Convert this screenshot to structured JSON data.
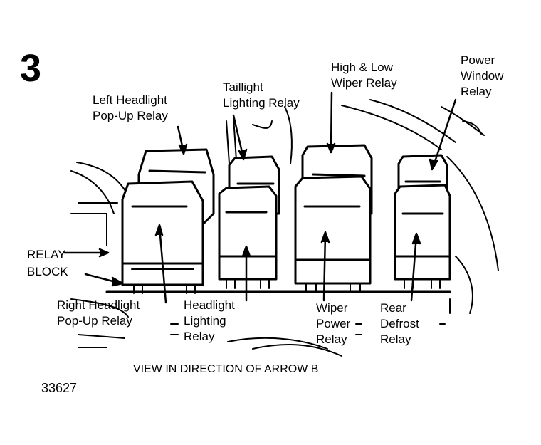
{
  "figure_number": "3",
  "caption": "VIEW IN DIRECTION OF ARROW B",
  "reference_code": "33627",
  "labels": {
    "left_headlight_popup": [
      "Left Headlight",
      "Pop-Up Relay"
    ],
    "taillight_lighting": [
      "Taillight",
      "Lighting Relay"
    ],
    "high_low_wiper": [
      "High & Low",
      "Wiper Relay"
    ],
    "power_window": [
      "Power",
      "Window",
      "Relay"
    ],
    "relay_block": [
      "RELAY",
      "BLOCK"
    ],
    "right_headlight_popup": [
      "Right Headlight",
      "Pop-Up Relay"
    ],
    "headlight_lighting": [
      "Headlight",
      "Lighting",
      "Relay"
    ],
    "wiper_power": [
      "Wiper",
      "Power",
      "Relay"
    ],
    "rear_defrost": [
      "Rear",
      "Defrost",
      "Relay"
    ]
  }
}
